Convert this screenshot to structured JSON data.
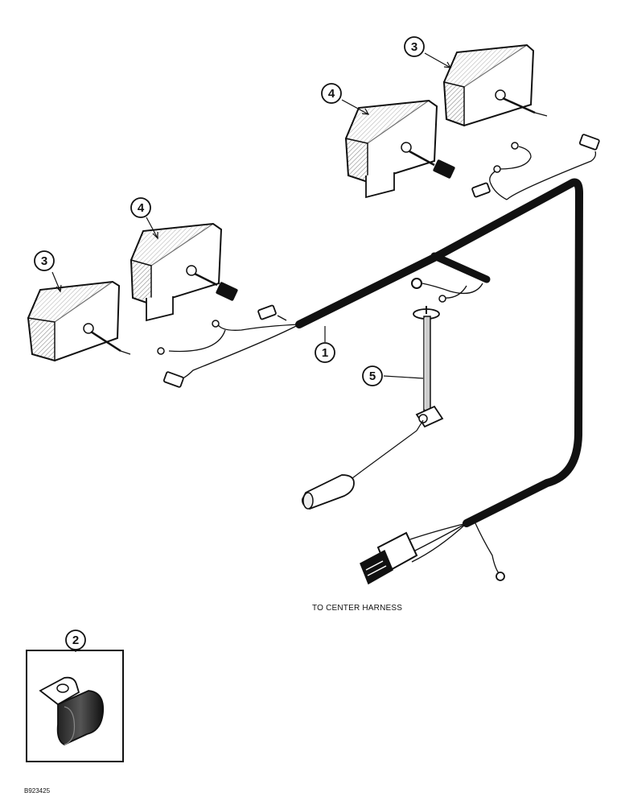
{
  "diagram": {
    "callouts": [
      "1",
      "2",
      "3",
      "3",
      "4",
      "4",
      "5"
    ],
    "caption": "TO CENTER HARNESS",
    "figure_ref": "B923425"
  },
  "colors": {
    "ink": "#111111",
    "background": "#ffffff",
    "shade": "#bbbbbb"
  }
}
